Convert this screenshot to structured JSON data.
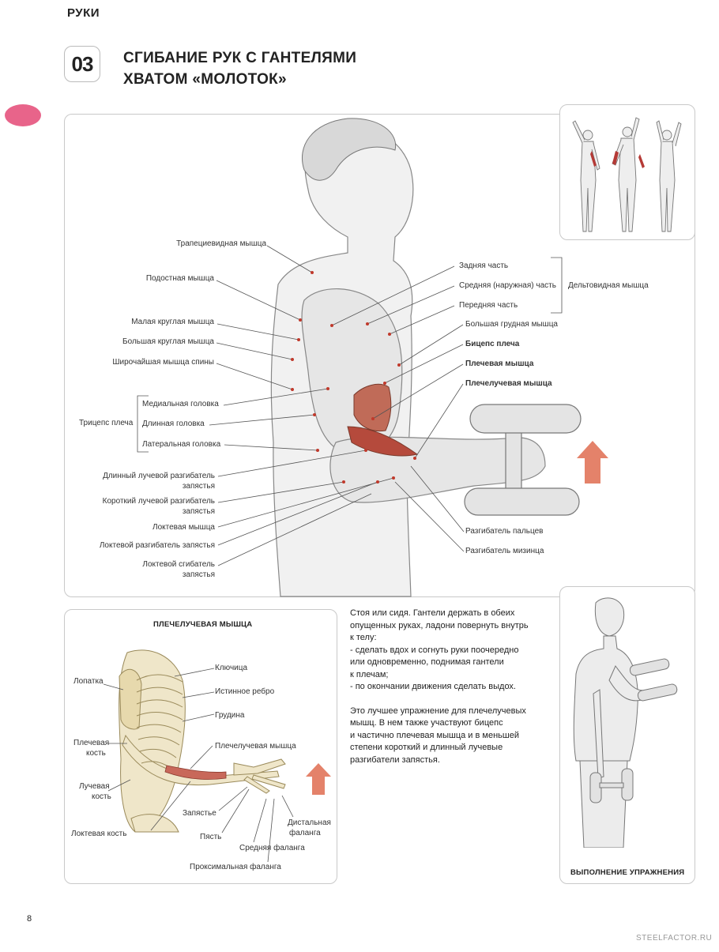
{
  "section": "РУКИ",
  "exercise": {
    "number": "03",
    "title_line1": "СГИБАНИЕ РУК С ГАНТЕЛЯМИ",
    "title_line2": "ХВАТОМ «МОЛОТОК»"
  },
  "main_labels": {
    "trapezius": "Трапециевидная мышца",
    "infraspinatus": "Подостная мышца",
    "teres_minor": "Малая круглая мышца",
    "teres_major": "Большая круглая мышца",
    "latissimus": "Широчайшая мышца спины",
    "triceps": "Трицепс плеча",
    "medial_head": "Медиальная головка",
    "long_head": "Длинная головка",
    "lateral_head": "Латеральная головка",
    "ecrl_1": "Длинный лучевой разгибатель",
    "ecrl_2": "запястья",
    "ecrb_1": "Короткий лучевой разгибатель",
    "ecrb_2": "запястья",
    "anconeus": "Локтевая мышца",
    "ecu": "Локтевой разгибатель запястья",
    "fcu_1": "Локтевой сгибатель",
    "fcu_2": "запястья",
    "posterior": "Задняя часть",
    "middle": "Средняя (наружная) часть",
    "anterior": "Передняя часть",
    "deltoid": "Дельтовидная мышца",
    "pectoralis": "Большая грудная мышца",
    "biceps": "Бицепс плеча",
    "brachialis": "Плечевая мышца",
    "brachioradialis": "Плечелучевая мышца",
    "ext_digitorum": "Разгибатель пальцев",
    "ext_digiti_minimi": "Разгибатель мизинца"
  },
  "skeleton_panel": {
    "heading": "ПЛЕЧЕЛУЧЕВАЯ МЫШЦА",
    "clavicle": "Ключица",
    "scapula": "Лопатка",
    "true_rib": "Истинное ребро",
    "sternum": "Грудина",
    "humerus_1": "Плечевая",
    "humerus_2": "кость",
    "brachioradialis": "Плечелучевая  мышца",
    "radius_1": "Лучевая",
    "radius_2": "кость",
    "carpus": "Запястье",
    "distal_1": "Дистальная",
    "distal_2": "фаланга",
    "ulna": "Локтевая кость",
    "metacarpus": "Пясть",
    "middle_phalanx": "Средняя фаланга",
    "proximal_phalanx": "Проксимальная фаланга"
  },
  "description": {
    "p1_l1": "Стоя или сидя. Гантели держать в обеих",
    "p1_l2": "опущенных руках, ладони повернуть внутрь",
    "p1_l3": "к телу:",
    "p1_l4": "-  сделать вдох и согнуть руки поочередно",
    "p1_l5": "или одновременно, поднимая гантели",
    "p1_l6": "к плечам;",
    "p1_l7": "-  по окончании движения сделать выдох.",
    "p2_l1": "Это лучшее упражнение для плечелучевых",
    "p2_l2": "мышц. В нем также участвуют бицепс",
    "p2_l3": "и частично плечевая мышца и в меньшей",
    "p2_l4": "степени короткий и длинный лучевые",
    "p2_l5": "разгибатели запястья."
  },
  "performance_caption": "ВЫПОЛНЕНИЕ УПРАЖНЕНИЯ",
  "page_number": "8",
  "site": "STEELFACTOR.RU",
  "colors": {
    "accent_pink": "#e8648a",
    "muscle_red": "#b54a3c",
    "arrow": "#e4826a"
  }
}
